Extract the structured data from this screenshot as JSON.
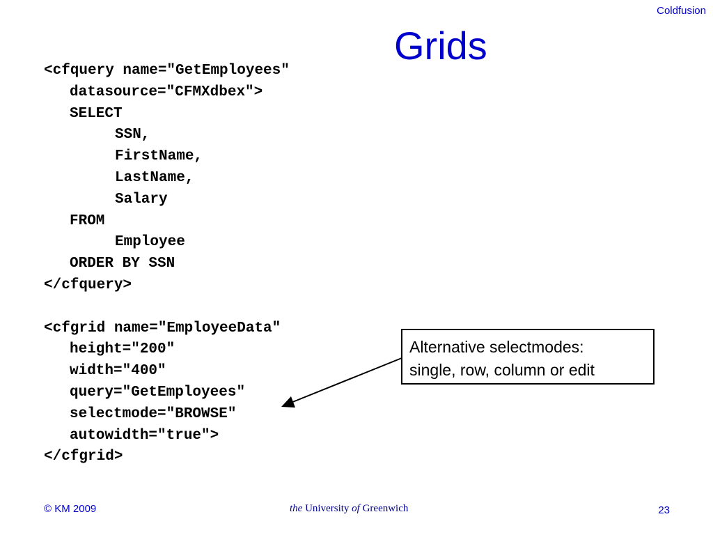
{
  "header": {
    "corner_label": "Coldfusion",
    "title": "Grids"
  },
  "code_lines": [
    "<cfquery name=\"GetEmployees\"",
    "datasource=\"CFMXdbex\">",
    "SELECT",
    "SSN,",
    "FirstName,",
    "LastName,",
    "Salary",
    "FROM",
    "Employee",
    "ORDER BY SSN",
    "</cfquery>",
    "",
    "<cfgrid name=\"EmployeeData\"",
    "height=\"200\"",
    "width=\"400\"",
    "query=\"GetEmployees\"",
    "selectmode=\"BROWSE\"",
    "autowidth=\"true\">",
    "</cfgrid>"
  ],
  "callout": {
    "line1": "Alternative selectmodes:",
    "line2": "single, row, column or edit"
  },
  "footer": {
    "copyright": "© KM 2009",
    "the": "the",
    "university": " University ",
    "of": "of",
    "greenwich": " Greenwich",
    "page_number": "23"
  },
  "colors": {
    "accent_blue": "#0000cc",
    "footer_navy": "#00008b"
  }
}
